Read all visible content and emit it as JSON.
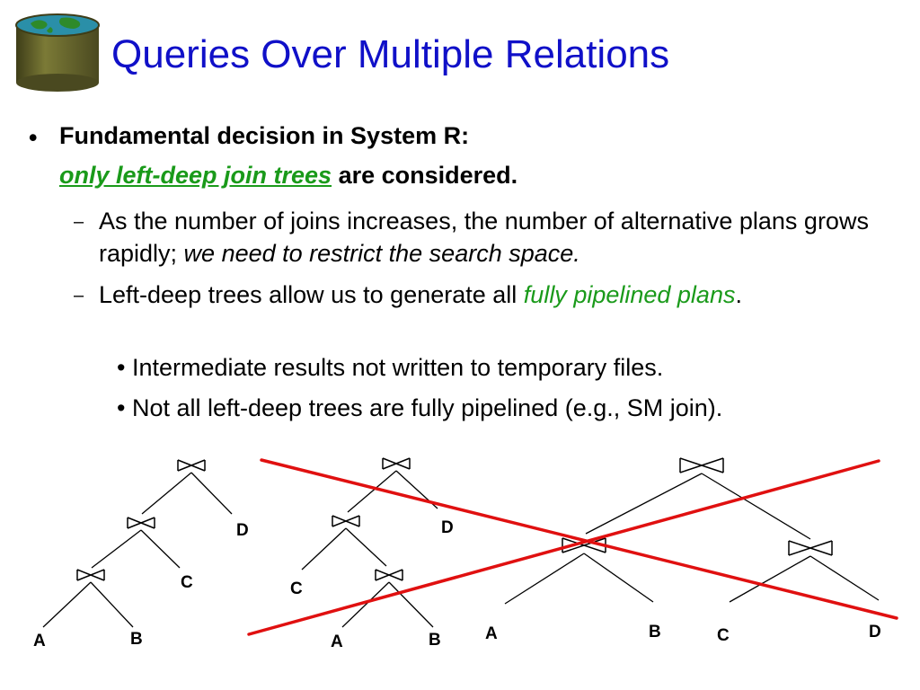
{
  "slide": {
    "title": "Queries Over Multiple Relations",
    "bullet1": {
      "line1": "Fundamental decision in System R:",
      "highlight": "only left-deep join trees",
      "rest": " are considered."
    },
    "sub1": {
      "text": "As the number of joins increases, the number of alternative plans grows rapidly; ",
      "italic": "we need to restrict the search space."
    },
    "sub2": {
      "text": "Left-deep trees allow us to generate all ",
      "highlight": "fully pipelined plans",
      "end": "."
    },
    "sub3": [
      "Intermediate results not written to temporary files.",
      "Not all left-deep trees are fully pipelined (e.g., SM join)."
    ],
    "bullet_symbol": "•",
    "dash_symbol": "–",
    "leaf_labels": {
      "tree1": [
        "A",
        "B",
        "C",
        "D"
      ],
      "tree2": [
        "A",
        "B",
        "C",
        "D"
      ],
      "tree3": [
        "A",
        "B",
        "C",
        "D"
      ]
    },
    "colors": {
      "title": "#1010c8",
      "highlight": "#1a9a1a",
      "cross": "#e01010"
    },
    "icons": {
      "logo": "database-globe-icon",
      "join": "bowtie-join-icon"
    }
  }
}
